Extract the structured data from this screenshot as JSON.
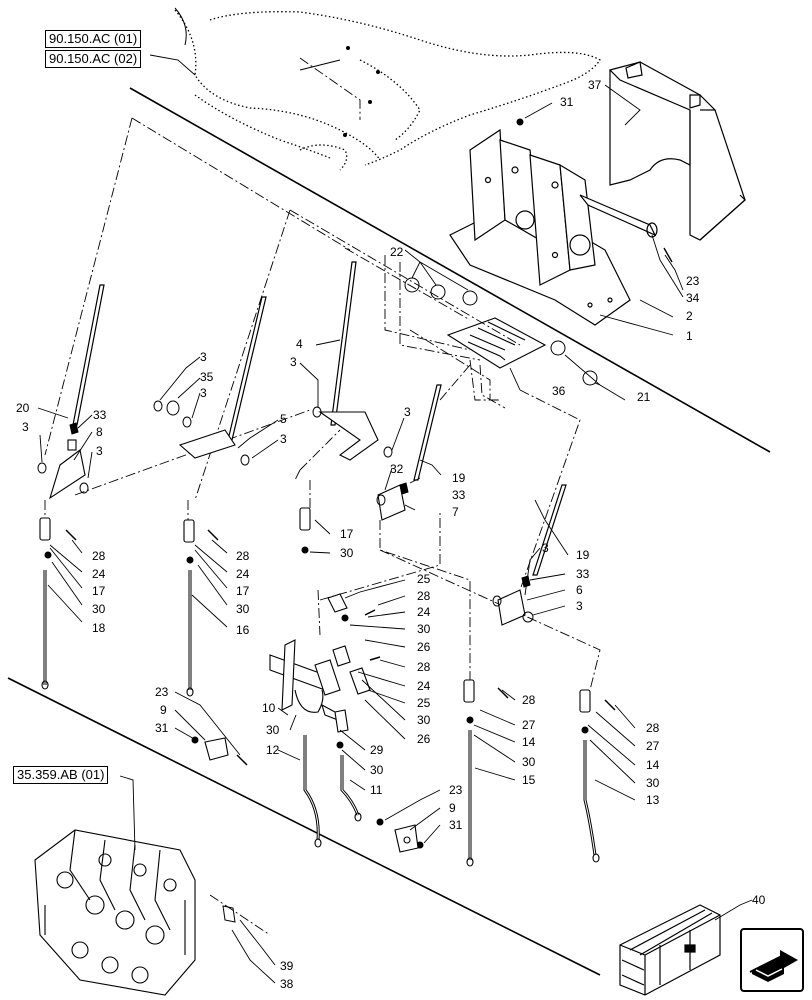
{
  "references": {
    "top_1": "90.150.AC (01)",
    "top_2": "90.150.AC (02)",
    "bottom": "35.359.AB (01)"
  },
  "callouts": {
    "c1": "1",
    "c2": "2",
    "c34": "34",
    "c23a": "23",
    "c37": "37",
    "c31a": "31",
    "c22": "22",
    "c21": "21",
    "c36": "36",
    "c4": "4",
    "c3a": "3",
    "c3b": "3",
    "c35": "35",
    "c3c": "3",
    "c5": "5",
    "c3d": "3",
    "c20": "20",
    "c3e": "3",
    "c33a": "33",
    "c8": "8",
    "c3f": "3",
    "c3g": "3",
    "c32": "32",
    "c33b": "33",
    "c7": "7",
    "c19a": "19",
    "c28a": "28",
    "c24a": "24",
    "c17a": "17",
    "c30a": "30",
    "c18": "18",
    "c28b": "28",
    "c24b": "24",
    "c17b": "17",
    "c30b": "30",
    "c16": "16",
    "c17c": "17",
    "c30c": "30",
    "c25a": "25",
    "c28c": "28",
    "c24c": "24",
    "c30d": "30",
    "c26a": "26",
    "c28d": "28",
    "c24d": "24",
    "c25b": "25",
    "c30e": "30",
    "c26b": "26",
    "c10": "10",
    "c30f": "30",
    "c12": "12",
    "c29": "29",
    "c30g": "30",
    "c11": "11",
    "c23b": "23",
    "c9a": "9",
    "c31b": "31",
    "c23c": "23",
    "c9b": "9",
    "c31c": "31",
    "c3h": "3",
    "c19b": "19",
    "c33c": "33",
    "c6": "6",
    "c3i": "3",
    "c28e": "28",
    "c27a": "27",
    "c14a": "14",
    "c30h": "30",
    "c15": "15",
    "c28f": "28",
    "c27b": "27",
    "c14b": "14",
    "c30i": "30",
    "c13": "13",
    "c39": "39",
    "c38": "38",
    "c40": "40"
  },
  "icons": {
    "nav": "arrow-forward-icon",
    "kit": "kit-box-icon"
  }
}
